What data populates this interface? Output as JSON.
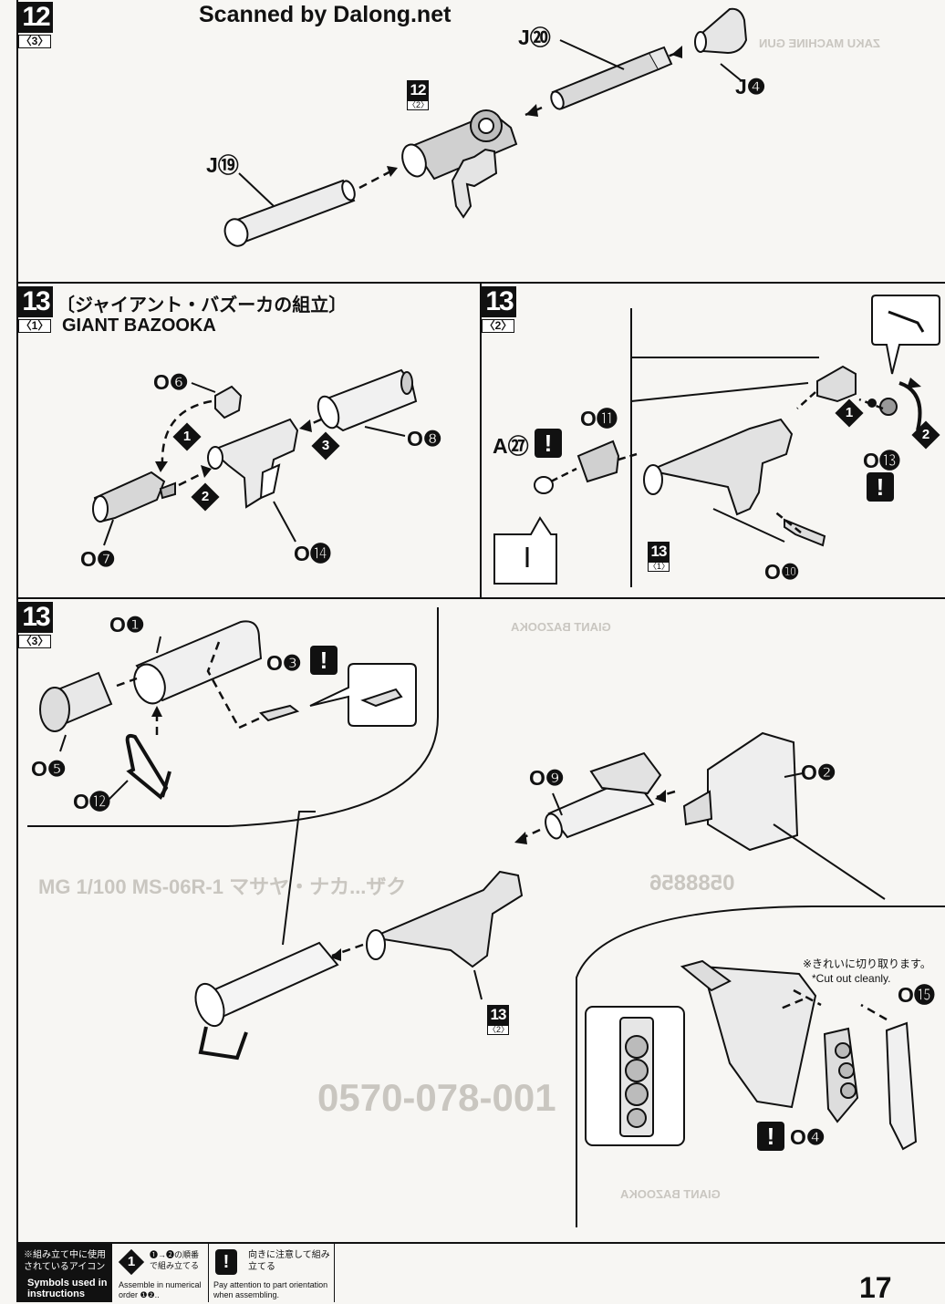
{
  "watermark": "Scanned by Dalong.net",
  "steps": {
    "s12_3": {
      "num": "12",
      "sub": "〈3〉"
    },
    "s13_1": {
      "num": "13",
      "sub": "〈1〉",
      "title_jp": "〔ジャイアント・バズーカの組立〕",
      "title_en": "GIANT BAZOOKA"
    },
    "s13_2": {
      "num": "13",
      "sub": "〈2〉"
    },
    "s13_3": {
      "num": "13",
      "sub": "〈3〉"
    }
  },
  "refs": {
    "r12_2": {
      "num": "12",
      "sub": "〈2〉"
    },
    "r13_1": {
      "num": "13",
      "sub": "〈1〉"
    },
    "r13_2": {
      "num": "13",
      "sub": "〈2〉"
    }
  },
  "parts": {
    "j20": "J⑳",
    "j4": "J❹",
    "j19": "J⑲",
    "o6": "O❻",
    "o8": "O❽",
    "o7": "O❼",
    "o14": "O⓮",
    "o11": "O⓫",
    "a27": "A㉗",
    "o13": "O⓭",
    "o10": "O❿",
    "o1": "O❶",
    "o3": "O❸",
    "o5": "O❺",
    "o12": "O⓬",
    "o9": "O❾",
    "o2": "O❷",
    "o15": "O⓯",
    "o4": "O❹"
  },
  "order_marks": {
    "one": "1",
    "two": "2",
    "three": "3"
  },
  "warn_mark": "!",
  "note": {
    "jp": "※きれいに切り取ります。",
    "en": "*Cut out cleanly."
  },
  "footer": {
    "legend_jp": "※組み立て中に使用されているアイコン",
    "legend_en": "Symbols used in instructions",
    "order_icon": "1",
    "order_jp": "❶→❷の順番で組み立てる",
    "order_en": "Assemble in numerical order ❶❷..",
    "warn_icon": "!",
    "orient_jp": "向きに注意して組み立てる",
    "orient_en": "Pay attention to part orientation when assembling."
  },
  "page_number": "17",
  "bleed_through": {
    "zaku_mg": "ZAKU MACHINE GUN",
    "tel": "0570-078-001",
    "mg_title": "MG 1/100 MS-06R-1 マサヤ・ナカ...ザク",
    "giant_bazooka_mirror": "GIANT BAZOOKA",
    "barcode": "0588856"
  }
}
